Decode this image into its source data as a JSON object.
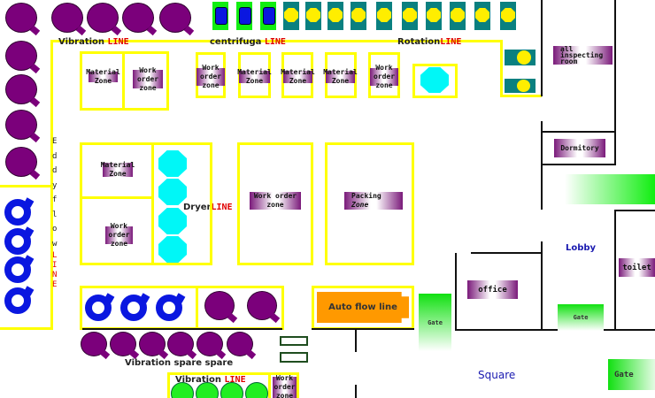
{
  "lines": {
    "vibration": "Vibration",
    "centrifuga": "centrifuga",
    "rotation": "Rotation",
    "dryer": "Dryer",
    "line_word": "LINE",
    "eddy_flow_letters": [
      "E",
      "d",
      "d",
      "y",
      "f",
      "l",
      "o",
      "w"
    ],
    "eddy_line_letters": [
      "L",
      "I",
      "N",
      "E"
    ],
    "vibration_spare": "Vibration spare spare",
    "bottom_vibration": "Vibration"
  },
  "zones": {
    "material": [
      "Material",
      "Zone"
    ],
    "work_order": [
      "Work order",
      "zone"
    ],
    "packing": [
      "Packing",
      "Zone"
    ],
    "auto_flow": "Auto flow line"
  },
  "rooms": {
    "inspecting": [
      "all",
      "inspecting",
      "room"
    ],
    "dormitory": "Dormitory",
    "lobby": "Lobby",
    "toilet": "toilet",
    "office": "office",
    "square": "Square",
    "gate_small": "Gate",
    "gate_large": "Gate"
  },
  "colors": {
    "line_outline": "#ffff00",
    "drum": "#7b007b",
    "ring": "#0a17e0",
    "dryer": "#00f7f7",
    "auto_flow": "#ff9900",
    "gate": "#11e011",
    "label_red": "#e00000"
  }
}
